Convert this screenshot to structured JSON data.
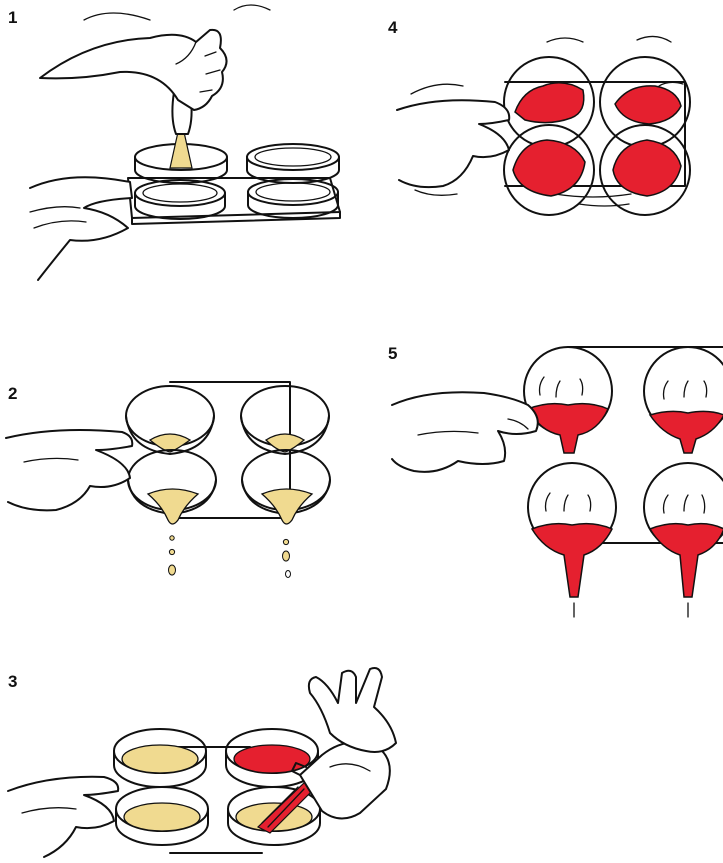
{
  "steps": [
    {
      "number": "1"
    },
    {
      "number": "2"
    },
    {
      "number": "3"
    },
    {
      "number": "4"
    },
    {
      "number": "5"
    }
  ],
  "colors": {
    "inoculum": "#f0da90",
    "agar": "#e5202f",
    "ink": "#111111"
  },
  "icons": {
    "hand": "hand-icon",
    "petri_dish": "petri-dish-icon",
    "dish_rack": "dish-rack-icon",
    "pipette": "pipette-icon",
    "agar_bottle": "agar-bottle-icon"
  }
}
